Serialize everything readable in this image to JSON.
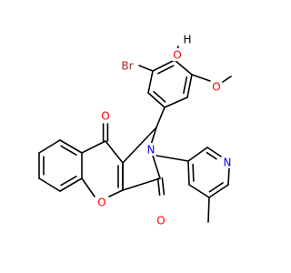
{
  "molecule": {
    "labels": {
      "hydroxy_h": "H",
      "hydroxy_o": "O",
      "bromo": "Br",
      "methoxy_o": "O",
      "ketone_o": "O",
      "ring_o": "O",
      "lactam_o": "O",
      "amide_n": "N",
      "pyridine_n": "N"
    },
    "colors": {
      "bond": "#000000",
      "oxygen": "#ff0000",
      "nitrogen": "#0000ff",
      "bromine": "#a52a2a",
      "hydrogen": "#000000"
    }
  }
}
